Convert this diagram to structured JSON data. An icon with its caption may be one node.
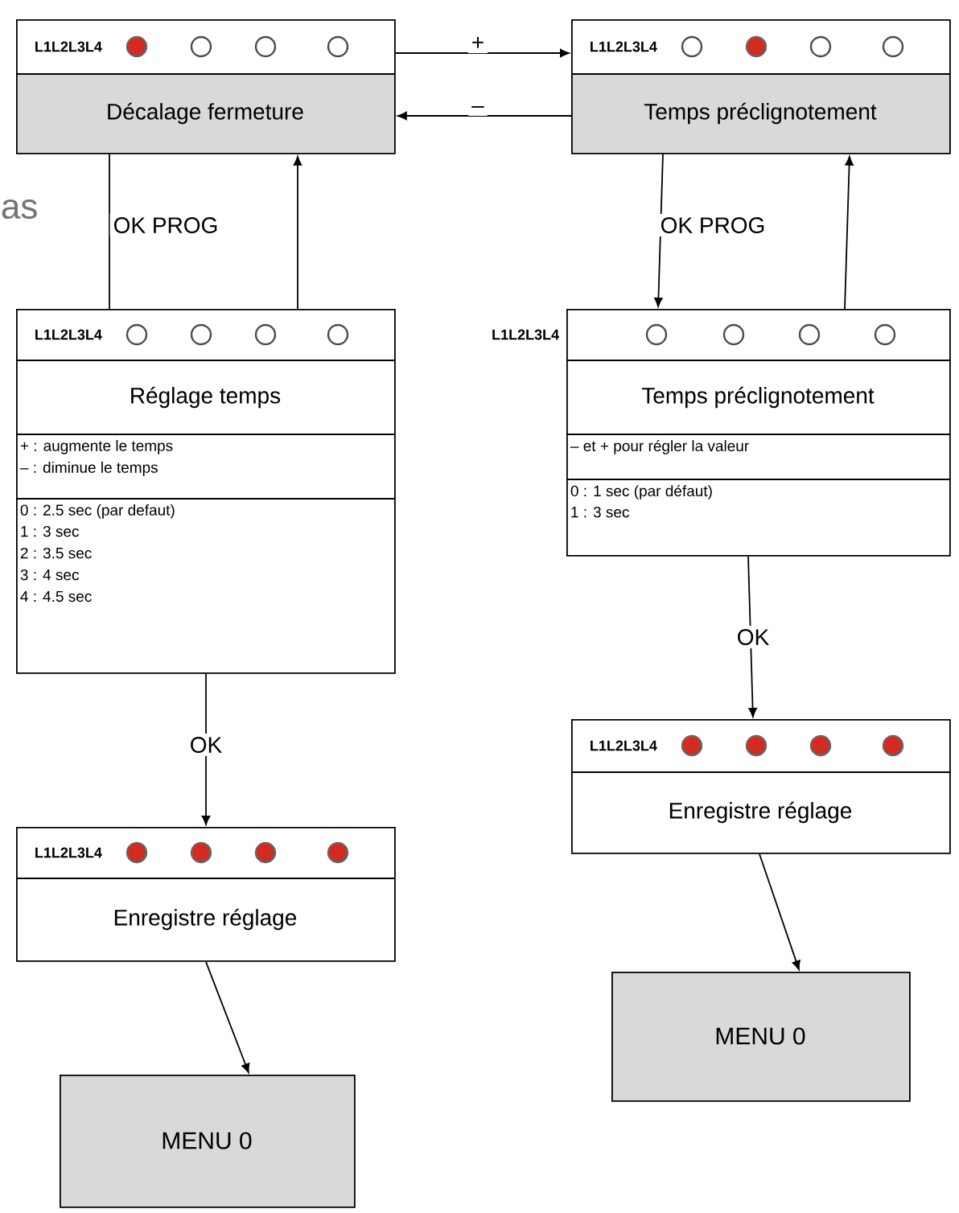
{
  "diagram": {
    "nodes": [
      {
        "text": [
          "L1L2L3L4",
          "Décalage fermeture"
        ]
      },
      {
        "text": [
          "L1L2L3L4",
          "Temps préclignotement"
        ]
      },
      {
        "text": [
          "L1L2L3L4",
          "Réglage temps",
          "+ : augmente le temps",
          "– : diminue le temps",
          "0 : 2.5 sec (par defaut)",
          "1 : 3 sec",
          "2 : 3.5 sec",
          "3 : 4 sec",
          "4 : 4.5 sec"
        ]
      },
      {
        "text": [
          "L1L2L3L4",
          "Temps préclignotement",
          "– et + pour régler la valeur",
          "0 : 1 sec (par défaut)",
          "1 : 3 sec"
        ]
      },
      {
        "text": [
          "L1L2L3L4",
          "Enregistre réglage"
        ]
      },
      {
        "text": [
          "L1L2L3L4",
          "Enregistre réglage"
        ]
      },
      {
        "text": [
          "MENU 0"
        ]
      },
      {
        "text": [
          "MENU 0"
        ]
      }
    ],
    "edges": [
      {
        "from": 0,
        "to": 1,
        "arrow": "to",
        "label": "+"
      },
      {
        "from": 1,
        "to": 0,
        "arrow": "to",
        "label": "–"
      },
      {
        "from": 0,
        "to": 2,
        "arrow": "none",
        "label": "OK PROG"
      },
      {
        "from": 2,
        "to": 0,
        "arrow": "to"
      },
      {
        "from": 1,
        "to": 3,
        "arrow": "to",
        "label": "OK PROG"
      },
      {
        "from": 3,
        "to": 1,
        "arrow": "to"
      },
      {
        "from": 2,
        "to": 4,
        "arrow": "to",
        "label": "OK"
      },
      {
        "from": 3,
        "to": 5,
        "arrow": "to",
        "label": "OK"
      },
      {
        "from": 4,
        "to": 6,
        "arrow": "to"
      },
      {
        "from": 5,
        "to": 7,
        "arrow": "to"
      }
    ],
    "labels": [
      "as"
    ]
  }
}
